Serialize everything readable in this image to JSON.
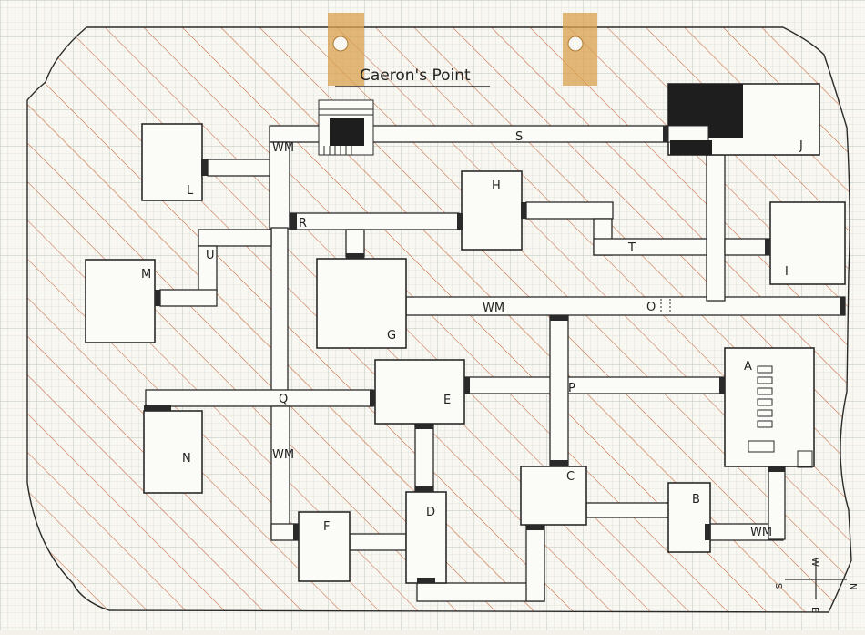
{
  "map": {
    "title": "Caeron's Point",
    "rooms": [
      {
        "id": "room-a",
        "label": "A"
      },
      {
        "id": "room-b",
        "label": "B"
      },
      {
        "id": "room-c",
        "label": "C"
      },
      {
        "id": "room-d",
        "label": "D"
      },
      {
        "id": "room-e",
        "label": "E"
      },
      {
        "id": "room-f",
        "label": "F"
      },
      {
        "id": "room-g",
        "label": "G"
      },
      {
        "id": "room-h",
        "label": "H"
      },
      {
        "id": "room-i",
        "label": "I"
      },
      {
        "id": "room-j",
        "label": "J"
      },
      {
        "id": "room-l",
        "label": "L"
      },
      {
        "id": "room-m",
        "label": "M"
      },
      {
        "id": "room-n",
        "label": "N"
      }
    ],
    "corridors": [
      {
        "id": "corridor-s",
        "label": "S"
      },
      {
        "id": "corridor-r",
        "label": "R"
      },
      {
        "id": "corridor-t",
        "label": "T"
      },
      {
        "id": "corridor-u",
        "label": "U"
      },
      {
        "id": "corridor-q",
        "label": "Q"
      },
      {
        "id": "corridor-p",
        "label": "P"
      },
      {
        "id": "corridor-o",
        "label": "O"
      }
    ],
    "wm_marks": [
      "WM",
      "WM",
      "WM",
      "WM"
    ],
    "compass": {
      "n": "N",
      "s": "S",
      "e": "E",
      "w": "W"
    },
    "colors": {
      "paper": "#f8f7f1",
      "grid": "#cfd6cf",
      "hatch": "#c9673f",
      "ink": "#2a2a2a",
      "tape": "#d9a04e"
    }
  }
}
